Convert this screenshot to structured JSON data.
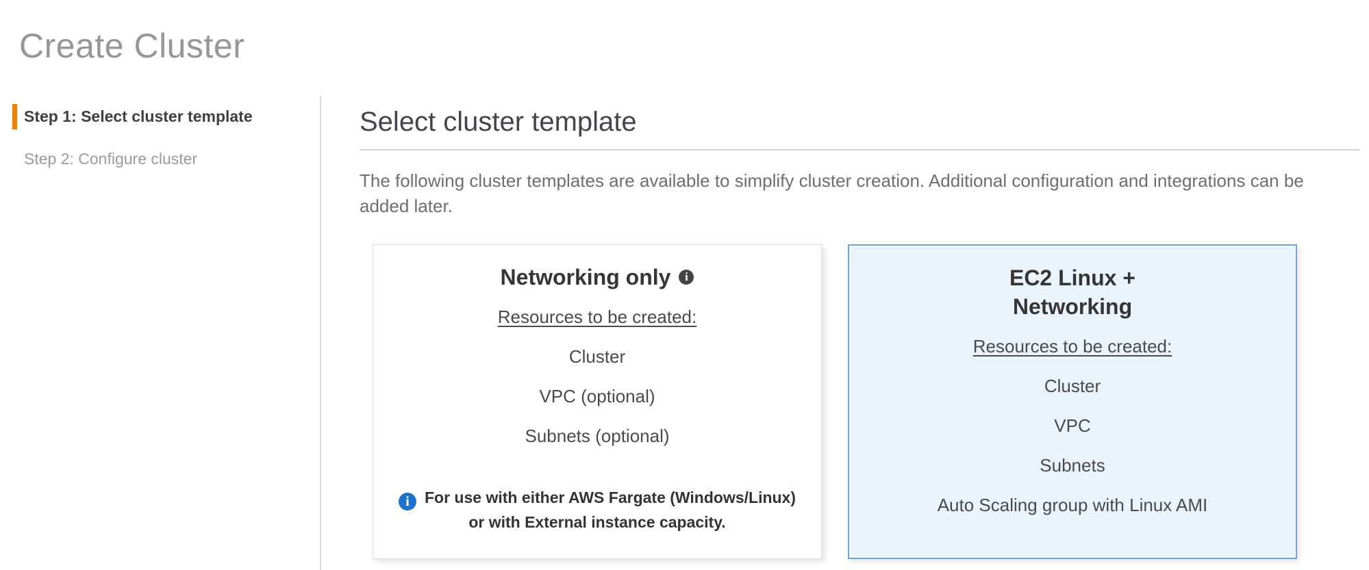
{
  "page": {
    "title": "Create Cluster"
  },
  "nav": {
    "steps": [
      {
        "label": "Step 1: Select cluster template",
        "active": true
      },
      {
        "label": "Step 2: Configure cluster",
        "active": false
      }
    ]
  },
  "main": {
    "heading": "Select cluster template",
    "description": "The following cluster templates are available to simplify cluster creation. Additional configuration and integrations can be added later.",
    "templates": [
      {
        "title": "Networking only",
        "has_info_icon": true,
        "resources_heading": "Resources to be created:",
        "resources": [
          "Cluster",
          "VPC (optional)",
          "Subnets (optional)"
        ],
        "note": "For use with either AWS Fargate (Windows/Linux)\nor with External instance capacity.",
        "selected": false
      },
      {
        "title": "EC2 Linux +\nNetworking",
        "has_info_icon": false,
        "resources_heading": "Resources to be created:",
        "resources": [
          "Cluster",
          "VPC",
          "Subnets",
          "Auto Scaling group with Linux AMI"
        ],
        "selected": true
      }
    ]
  },
  "icons": {
    "info_glyph": "i"
  },
  "colors": {
    "accent_orange": "#e8820e",
    "selected_card_border": "#6da4d9",
    "selected_card_bg": "#eaf4fc",
    "info_icon_blue": "#1d72cc",
    "info_icon_dark": "#434343",
    "page_title_gray": "#969696"
  }
}
